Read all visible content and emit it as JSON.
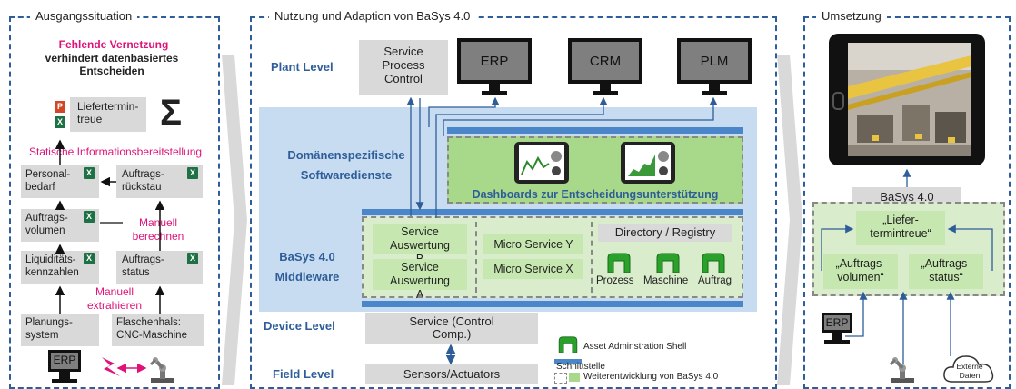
{
  "panels": {
    "left": {
      "title": "Ausgangssituation",
      "headline_red": "Fehlende Vernetzung",
      "headline_black": "verhindert datenbasiertes Entscheiden",
      "liefertermin": "Liefertermin-treue",
      "static_info": "Statische Informationsbereitstellung",
      "personalbedarf": "Personal-bedarf",
      "auftragsrueckstau": "Auftrags-rückstau",
      "auftragsvolumen": "Auftrags-volumen",
      "manuell_berechnen": "Manuell berechnen",
      "liquiditaet": "Liquiditäts-kennzahlen",
      "auftragsstatus": "Auftrags-status",
      "manuell_extrahieren": "Manuell extrahieren",
      "planungssystem": "Planungs-system",
      "flaschenhals": "Flaschenhals: CNC-Maschine",
      "erp": "ERP",
      "sigma": "Σ"
    },
    "middle": {
      "title": "Nutzung  und Adaption von BaSys 4.0",
      "plant_level": "Plant Level",
      "service_process_control": "Service Process Control",
      "erp": "ERP",
      "crm": "CRM",
      "plm": "PLM",
      "domain_services_1": "Domänenspezifische",
      "domain_services_2": "Softwaredienste",
      "dashboards": "Dashboards zur Entscheidungsunterstützung",
      "middleware_1": "BaSys 4.0",
      "middleware_2": "Middleware",
      "service_b": "Service Auswertung B",
      "service_a": "Service Auswertung A",
      "micro_y": "Micro Service Y",
      "micro_x": "Micro Service X",
      "directory": "Directory / Registry",
      "prozess": "Prozess",
      "maschine": "Maschine",
      "auftrag": "Auftrag",
      "device_level": "Device Level",
      "service_cc": "Service (Control Comp.)",
      "field_level": "Field Level",
      "sensors": "Sensors/Actuators",
      "legend": {
        "aas": "Asset Adminstration Shell",
        "schnittstelle": "Schnittstelle",
        "weiterentwicklung": "Weiterentwicklung von BaSys 4.0"
      }
    },
    "right": {
      "title": "Umsetzung",
      "basys": "BaSys 4.0",
      "liefertermintreue": "„Liefer-termintreue“",
      "auftragsvolumen": "„Auftrags-volumen“",
      "auftragsstatus": "„Auftrags-status“",
      "erp": "ERP",
      "externe_daten": "Externe Daten"
    }
  },
  "colors": {
    "panel_border": "#2e5d99",
    "level_text": "#2e5d99",
    "magenta": "#e0127a",
    "green": "#c6e8b0",
    "light_blue": "#c7dcf0",
    "interface_blue": "#4a86c8"
  }
}
